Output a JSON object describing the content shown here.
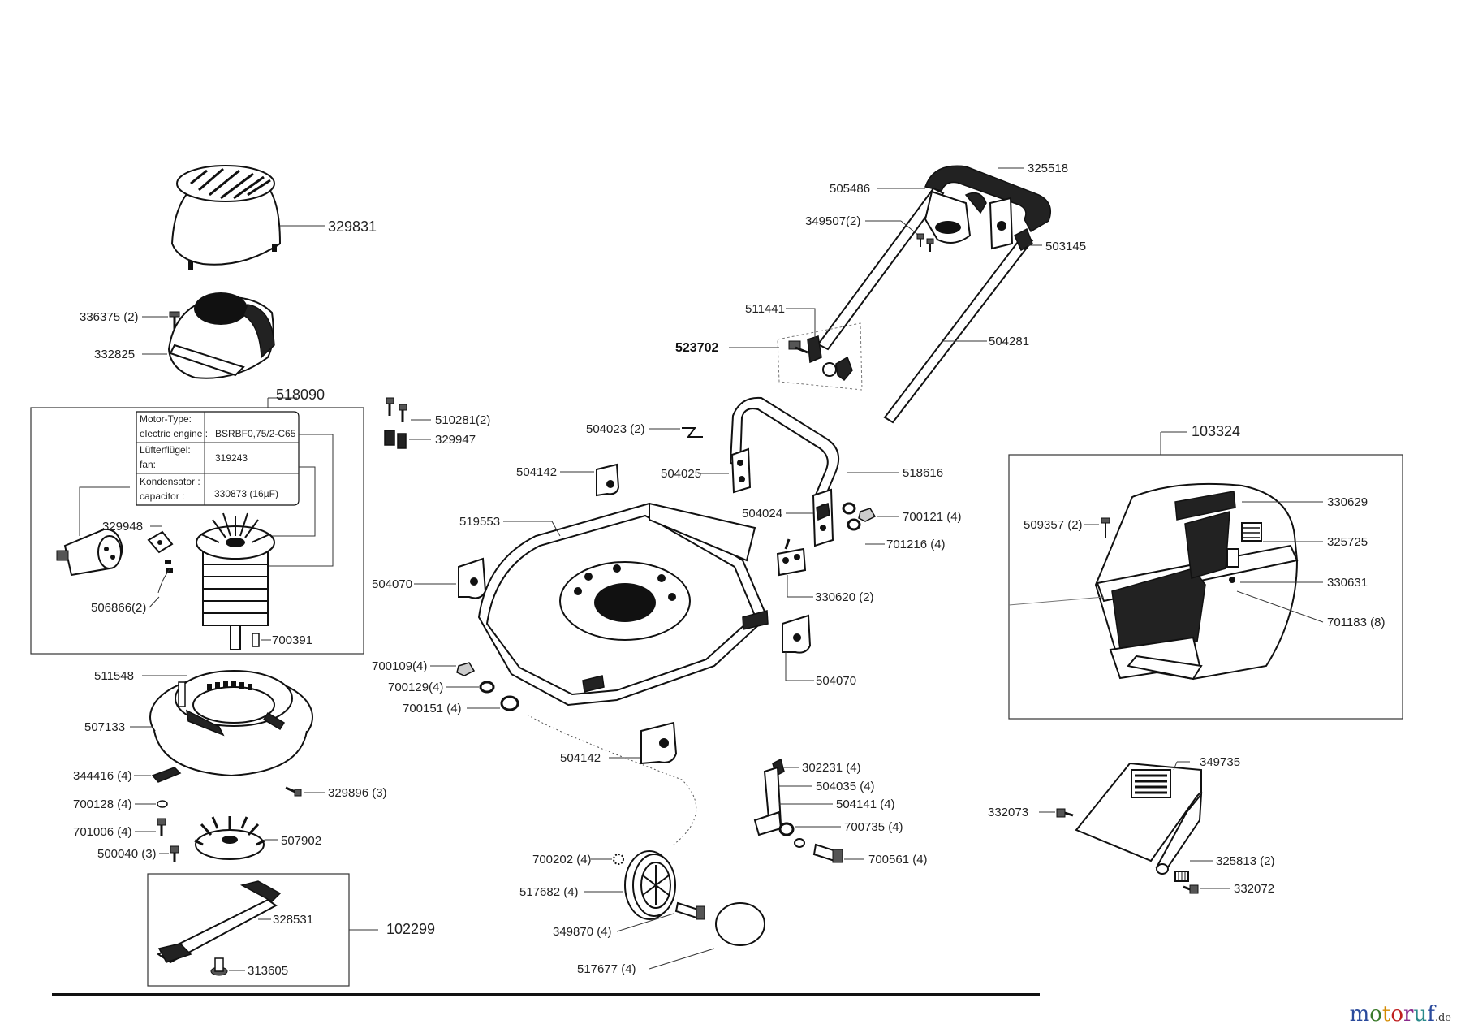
{
  "labels": {
    "p329831": "329831",
    "p336375": "336375 (2)",
    "p332825": "332825",
    "p518090": "518090",
    "p329948": "329948",
    "p506866": "506866(2)",
    "p700391": "700391",
    "p511548": "511548",
    "p507133": "507133",
    "p344416": "344416 (4)",
    "p329896": "329896 (3)",
    "p700128": "700128 (4)",
    "p701006": "701006 (4)",
    "p507902": "507902",
    "p500040": "500040 (3)",
    "p328531": "328531",
    "p102299": "102299",
    "p313605": "313605",
    "p510281": "510281(2)",
    "p329947": "329947",
    "p504023": "504023 (2)",
    "p504142a": "504142",
    "p504025": "504025",
    "p519553": "519553",
    "p504070a": "504070",
    "p504024": "504024",
    "p700109": "700109(4)",
    "p700129": "700129(4)",
    "p700151": "700151 (4)",
    "p504142b": "504142",
    "p700202": "700202 (4)",
    "p517682": "517682 (4)",
    "p349870": "349870 (4)",
    "p517677": "517677  (4)",
    "p505486": "505486",
    "p325518": "325518",
    "p349507": "349507(2)",
    "p503145": "503145",
    "p511441": "511441",
    "p523702": "523702",
    "p504281": "504281",
    "p518616": "518616",
    "p700121": "700121 (4)",
    "p701216": "701216 (4)",
    "p330620": "330620 (2)",
    "p504070b": "504070",
    "p302231": "302231 (4)",
    "p504035": "504035 (4)",
    "p504141": "504141 (4)",
    "p700735": "700735 (4)",
    "p700561": "700561 (4)",
    "p103324": "103324",
    "p509357": "509357 (2)",
    "p330629": "330629",
    "p325725": "325725",
    "p330631": "330631",
    "p701183": "701183 (8)",
    "p349735": "349735",
    "p332073": "332073",
    "p325813": "325813 (2)",
    "p332072": "332072"
  },
  "motor_table": {
    "r1_label": "Motor-Type:",
    "r1_label2": "electric engine :",
    "r1_value": "BSRBF0,75/2-C65",
    "r2_label": "Lüfterflügel:",
    "r2_label2": "fan:",
    "r2_value": "319243",
    "r3_label": "Kondensator :",
    "r3_label2": "capacitor :",
    "r3_value": "330873 (16µF)"
  },
  "logo": {
    "brand": "motoruf",
    "tld": ".de",
    "colors": [
      "#2a4a9c",
      "#3a7a2a",
      "#d48a00",
      "#c02020",
      "#8a2a8a",
      "#2a8a8a"
    ]
  }
}
